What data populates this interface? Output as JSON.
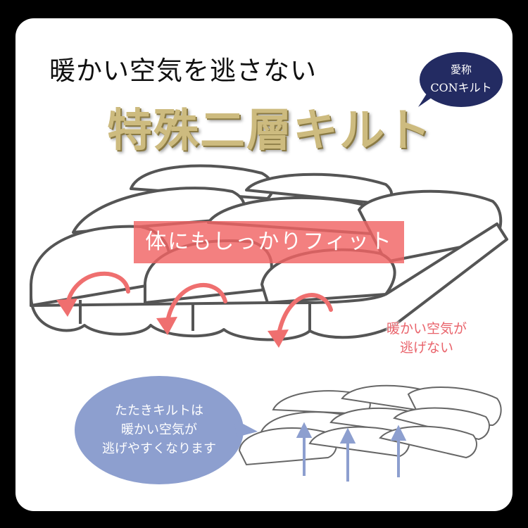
{
  "headline": "暖かい空気を逃さない",
  "title": "特殊二層キルト",
  "nickname_bubble": {
    "line1": "愛称",
    "line2": "CONキルト"
  },
  "fit_banner": "体にもしっかりフィット",
  "warm_note": {
    "line1": "暖かい空気が",
    "line2": "逃げない"
  },
  "tataki_bubble": {
    "line1": "たたきキルトは",
    "line2": "暖かい空気が",
    "line3": "逃げやすくなります"
  },
  "colors": {
    "background": "#000000",
    "card": "#ffffff",
    "title_gold": "#cdbb7f",
    "nickname_bubble": "#232b62",
    "fit_banner": "#f06464",
    "warm_arrow": "#ef6f6f",
    "tataki_bubble": "#8d9fcf",
    "up_arrow": "#8d9fcf"
  }
}
